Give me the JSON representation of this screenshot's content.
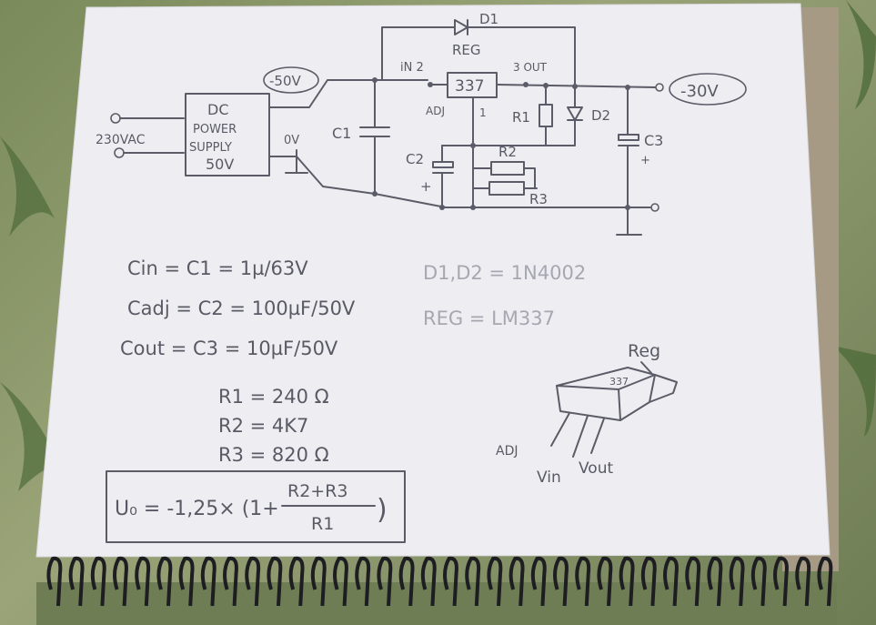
{
  "schematic": {
    "d1_label": "D1",
    "reg_label": "REG",
    "in_pin": "iN 2",
    "out_pin": "3 OUT",
    "reg_number": "337",
    "adj_label": "ADJ",
    "adj_pin": "1",
    "input_voltage": "-50V",
    "output_voltage": "-30V",
    "ground_label": "0V",
    "mains_label": "230VAC",
    "supply_lines": [
      "DC",
      "POWER",
      "SUPPLY",
      "50V"
    ],
    "c1_label": "C1",
    "c2_label": "C2",
    "c3_label": "C3",
    "r1_label": "R1",
    "r2_label": "R2",
    "r3_label": "R3",
    "d2_label": "D2",
    "plus_sign": "+"
  },
  "component_values": {
    "cin": "Cin = C1 = 1µ/63V",
    "cadj": "Cadj = C2 = 100µF/50V",
    "cout": "Cout = C3 = 10µF/50V",
    "r1": "R1 = 240 Ω",
    "r2": "R2 = 4K7",
    "r3": "R3 = 820 Ω"
  },
  "parts": {
    "diodes": "D1,D2 = 1N4002",
    "regulator": "REG = LM337"
  },
  "formula": {
    "lhs": "U₀ = -1,25× (1+",
    "numerator": "R2+R3",
    "denominator": "R1",
    "close": ")"
  },
  "package": {
    "title": "Reg",
    "body_label": "337",
    "pin_adj": "ADJ",
    "pin_vin": "Vin",
    "pin_vout": "Vout"
  }
}
